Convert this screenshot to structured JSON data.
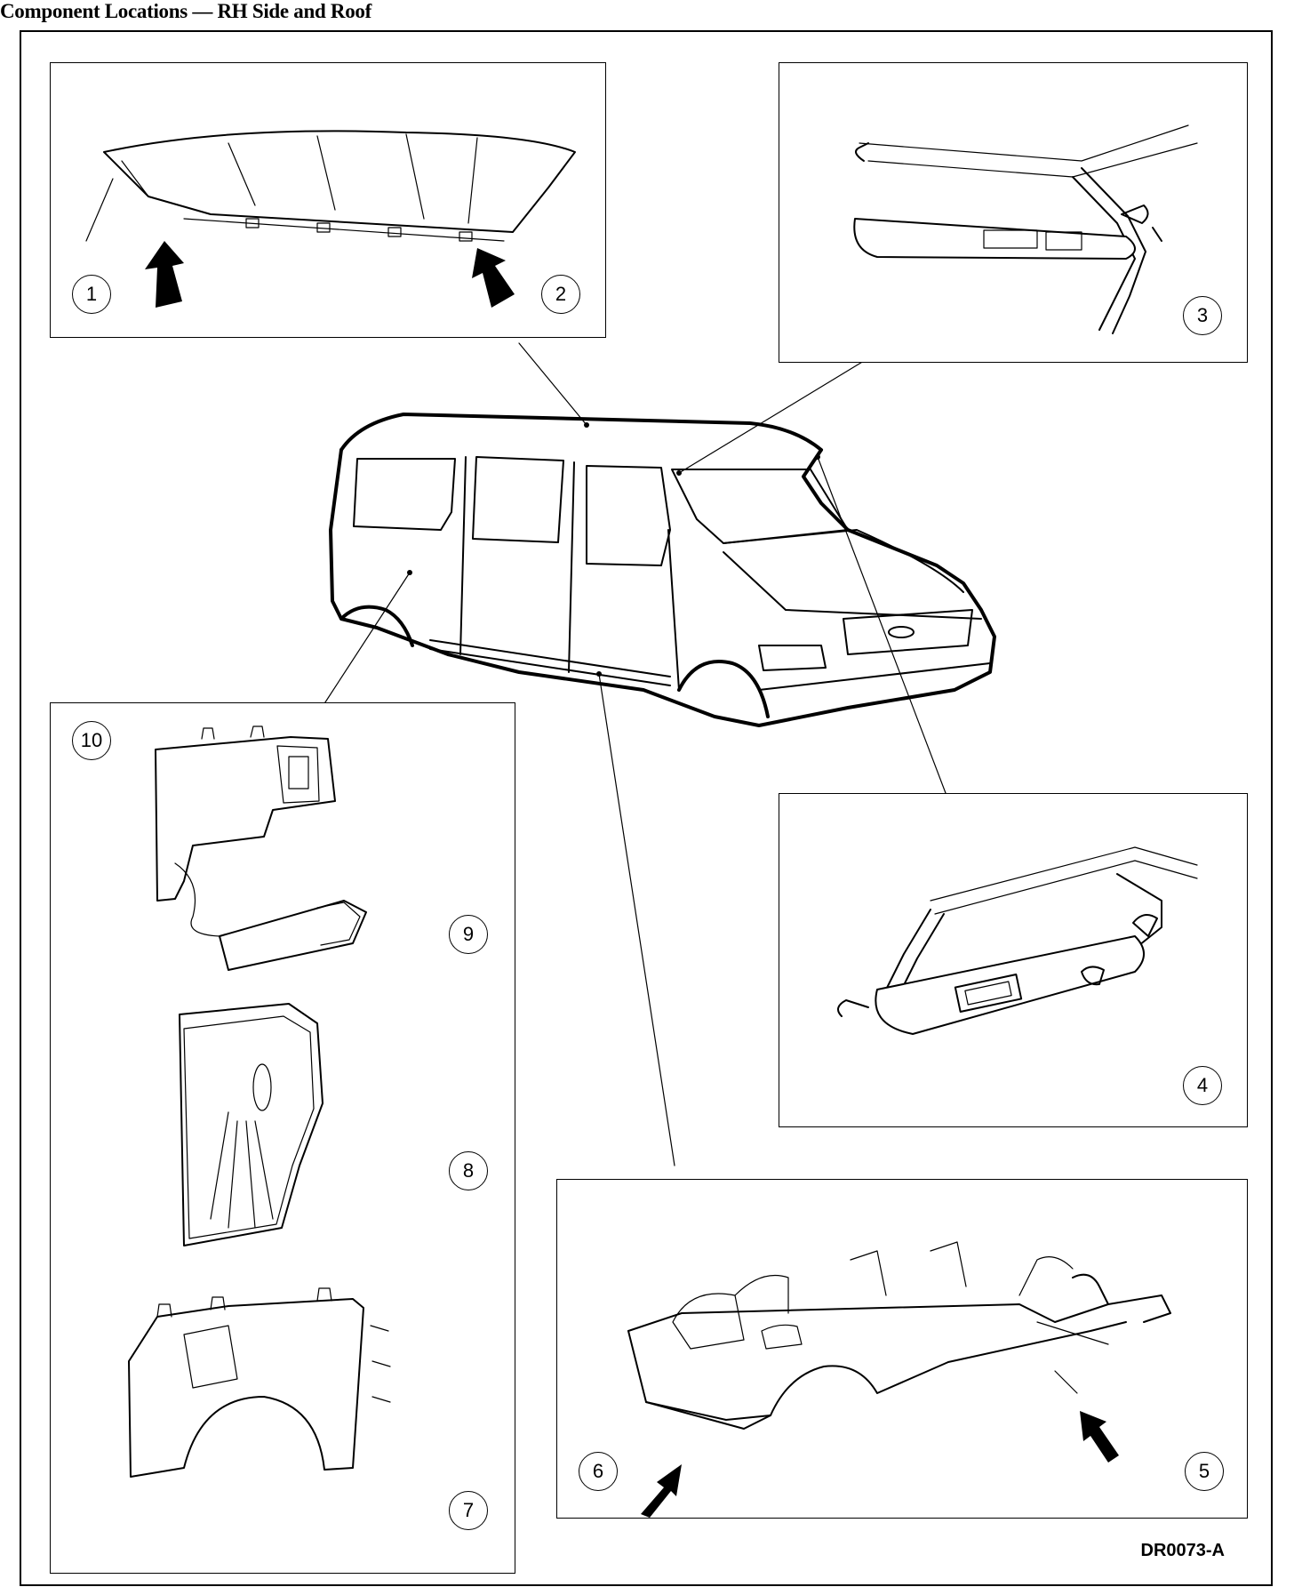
{
  "title": "Component Locations — RH Side and Roof",
  "figure_code": "DR0073-A",
  "callouts": [
    "1",
    "2",
    "3",
    "4",
    "5",
    "6",
    "7",
    "8",
    "9",
    "10"
  ]
}
